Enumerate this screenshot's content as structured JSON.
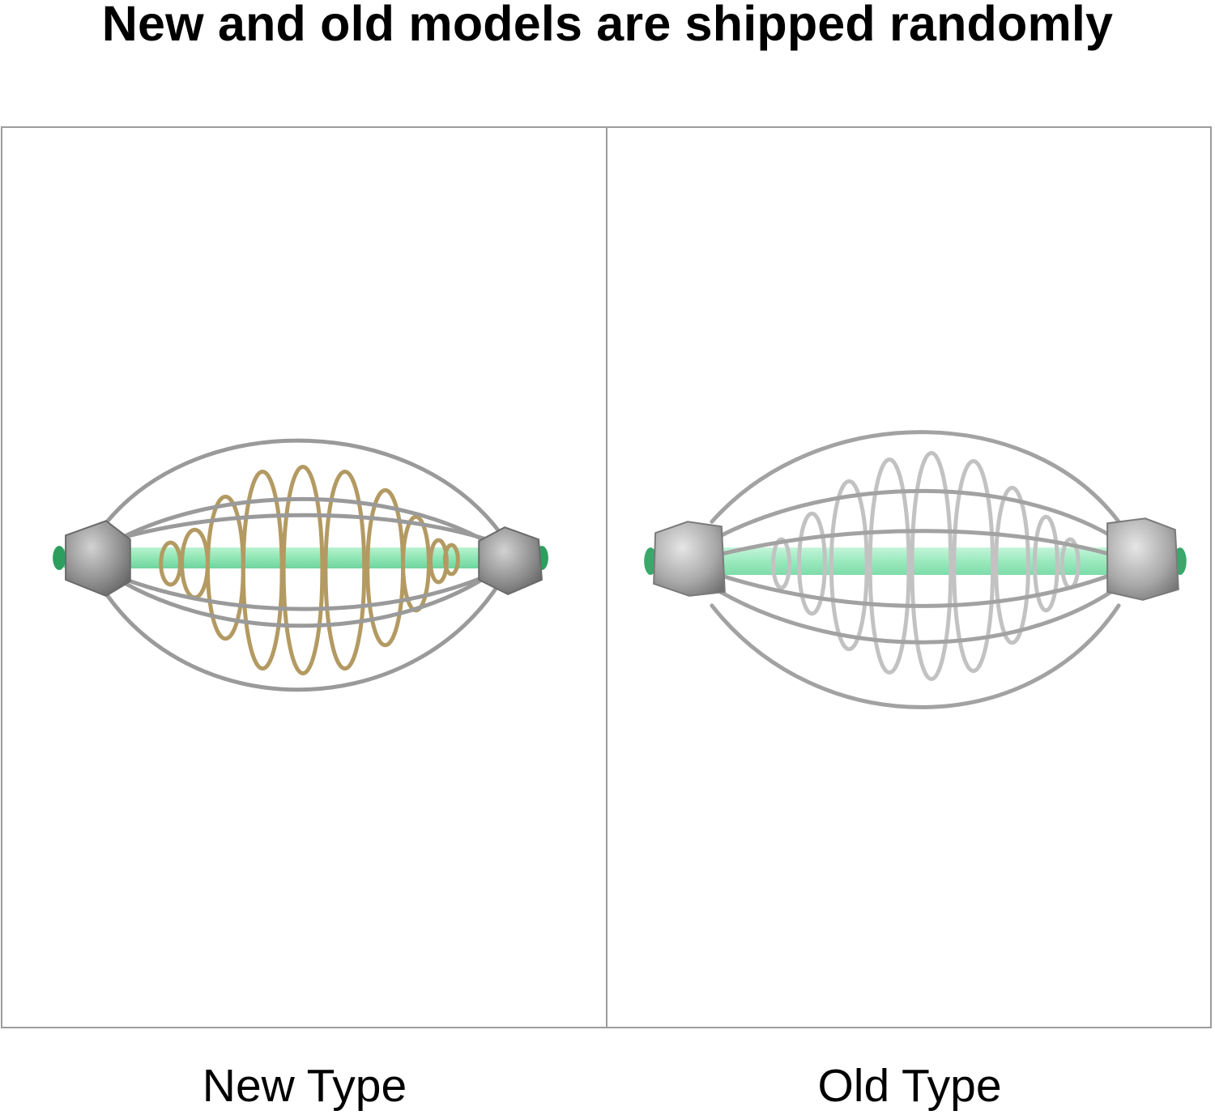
{
  "headline": "New and old models are shipped randomly",
  "colors": {
    "background": "#ffffff",
    "panel_border": "#9c9c9c",
    "wire_steel": "#9a9a9a",
    "spring_brass": "#b8a06a",
    "spring_silver": "#c4c4c4",
    "core_tube": "#8ee6b4",
    "lead_weight": "#8a8a8a",
    "text": "#000000"
  },
  "panels": [
    {
      "id": "new",
      "caption": "New Type",
      "image": "wire-cage-feeder-brass-spring"
    },
    {
      "id": "old",
      "caption": "Old Type",
      "image": "wire-cage-feeder-silver-spring"
    }
  ]
}
